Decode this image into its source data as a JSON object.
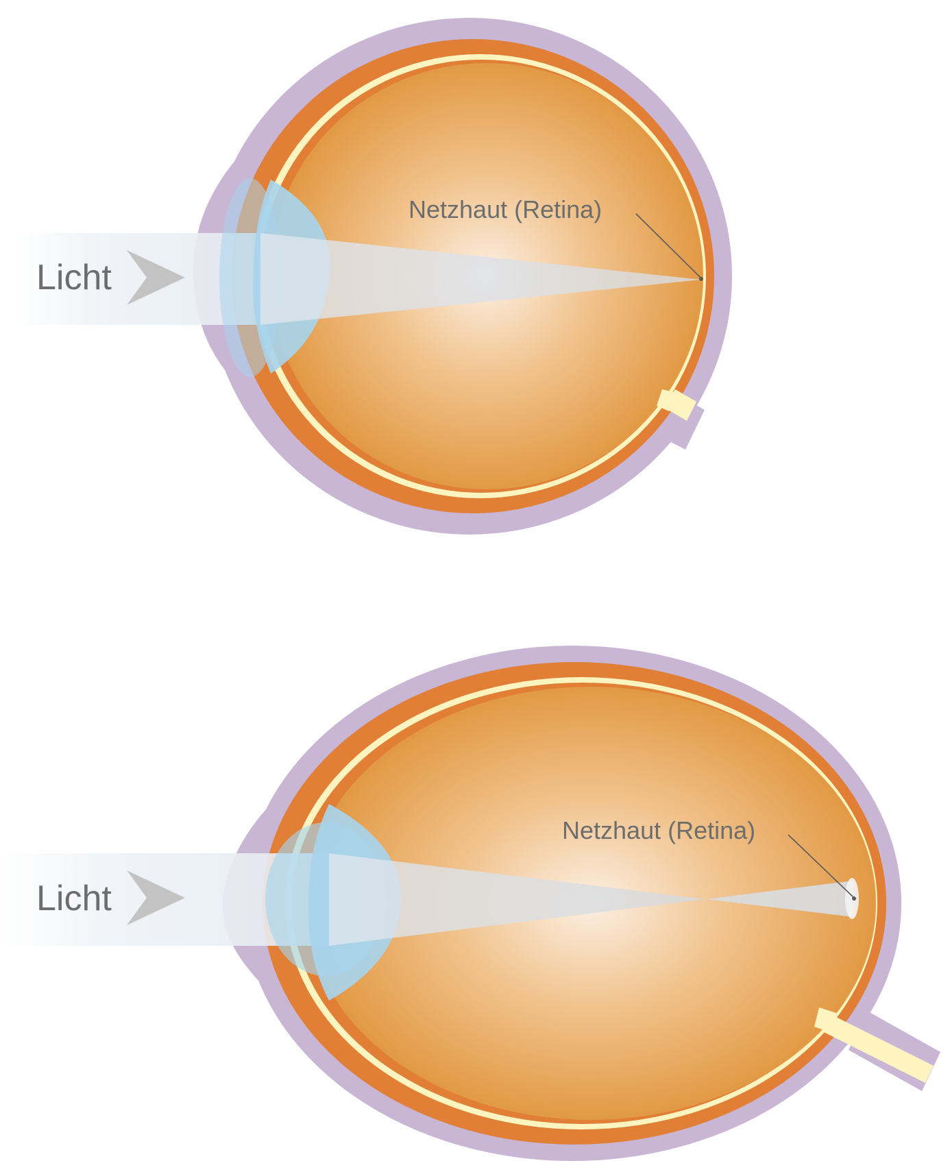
{
  "eyes": [
    {
      "light_label": "Licht",
      "retina_label": "Netzhaut (Retina)"
    },
    {
      "light_label": "Licht",
      "retina_label": "Netzhaut (Retina)"
    }
  ],
  "colors": {
    "sclera": "#c8b6d4",
    "choroid": "#e07f35",
    "retina": "#fdf4c0",
    "vitreous_center": "#fcefe3",
    "vitreous_mid": "#f1c48f",
    "vitreous_edge": "#e1963f",
    "lens": "#a8d4ec",
    "light_beam": "#e6ecf2",
    "label": "#6d6d6d",
    "arrow": "#c3c3c3"
  }
}
